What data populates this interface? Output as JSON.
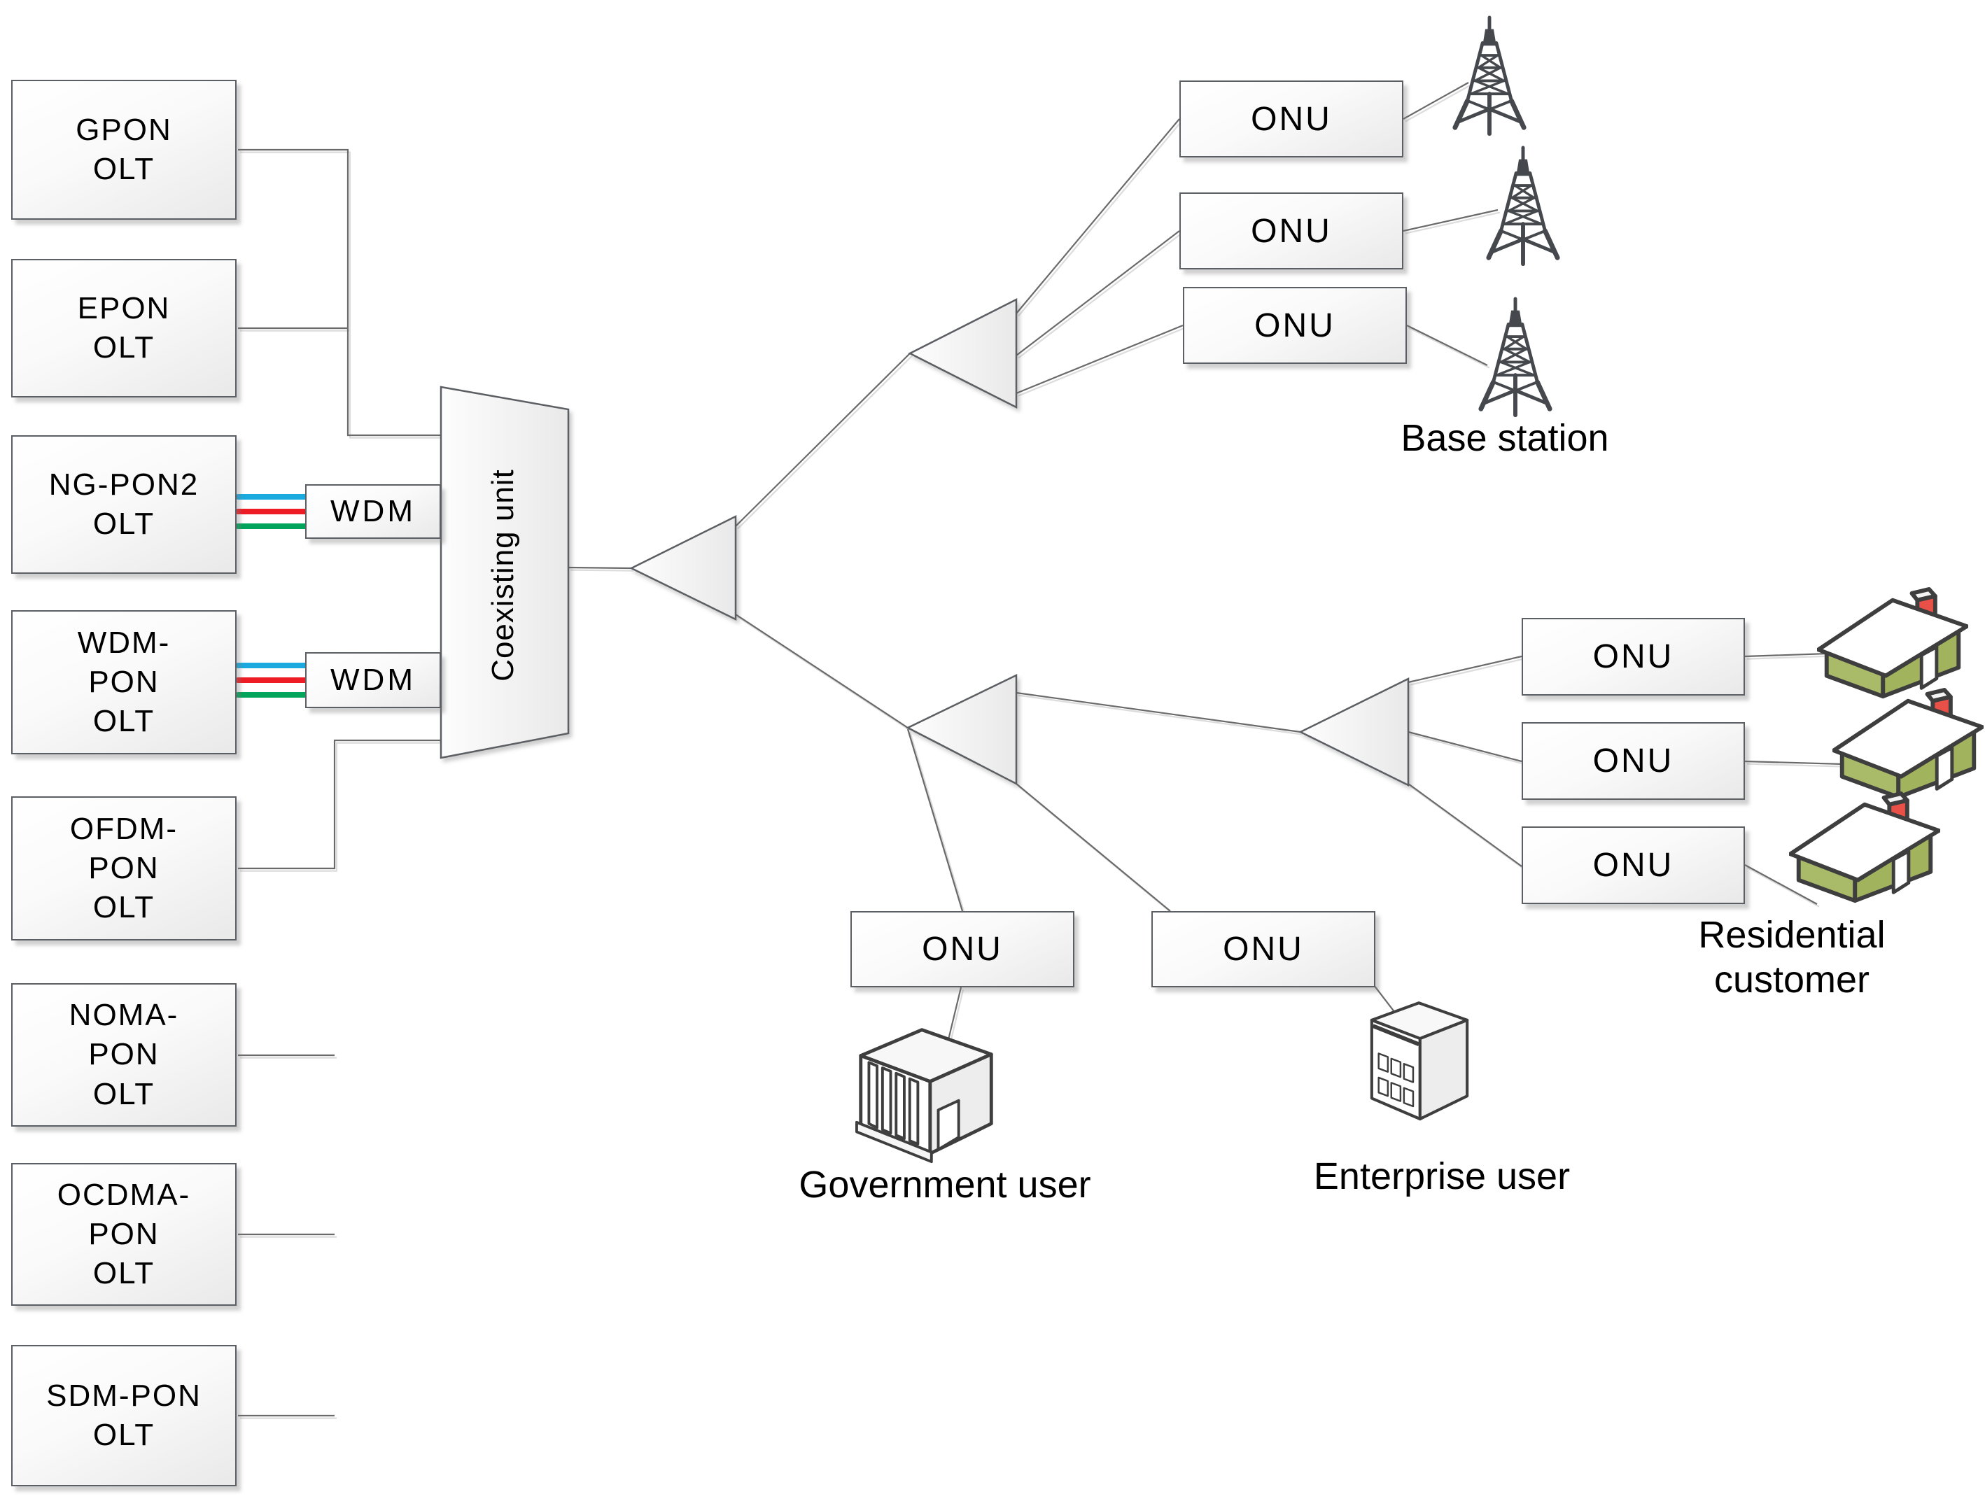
{
  "palette": {
    "background": "#ffffff",
    "box_border": "#5b5e62",
    "connector": "#6a6a6a",
    "connector_shadow": "#dcdcdc",
    "icon_dark": "#45484c",
    "house_green": "#a9ba68",
    "chimney_red": "#e85048",
    "wavelengths": [
      "#1baadf",
      "#ee1c25",
      "#00a45a"
    ]
  },
  "olts": [
    {
      "label": "GPON\nOLT"
    },
    {
      "label": "EPON\nOLT"
    },
    {
      "label": "NG-PON2\nOLT"
    },
    {
      "label": "WDM-\nPON\nOLT"
    },
    {
      "label": "OFDM-\nPON\nOLT"
    },
    {
      "label": "NOMA-\nPON\nOLT"
    },
    {
      "label": "OCDMA-\nPON\nOLT"
    },
    {
      "label": "SDM-PON\nOLT"
    }
  ],
  "wdm_units": [
    {
      "label": "WDM"
    },
    {
      "label": "WDM"
    }
  ],
  "coexisting_unit": {
    "label": "Coexisting unit"
  },
  "groups": {
    "base_station": {
      "caption": "Base station",
      "onus": [
        "ONU",
        "ONU",
        "ONU"
      ],
      "icon": "radio-tower-icon"
    },
    "residential": {
      "caption": "Residential\ncustomer",
      "onus": [
        "ONU",
        "ONU",
        "ONU"
      ],
      "icon": "house-icon"
    },
    "government": {
      "caption": "Government user",
      "onus": [
        "ONU"
      ],
      "icon": "government-building-icon"
    },
    "enterprise": {
      "caption": "Enterprise user",
      "onus": [
        "ONU"
      ],
      "icon": "office-building-icon"
    }
  }
}
